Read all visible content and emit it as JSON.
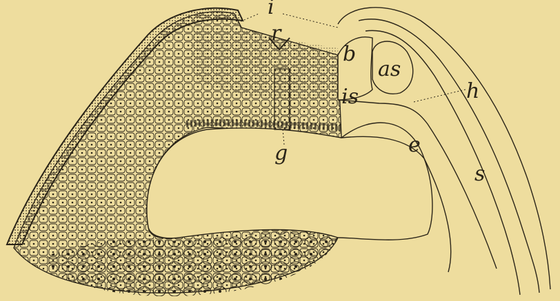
{
  "figure": {
    "background": "#eedd9e",
    "ink": "#2a2418",
    "labels": {
      "i": "i",
      "r": "r",
      "b": "b",
      "as": "as",
      "is": "is",
      "h": "h",
      "g": "g",
      "e": "e",
      "s": "s"
    }
  }
}
